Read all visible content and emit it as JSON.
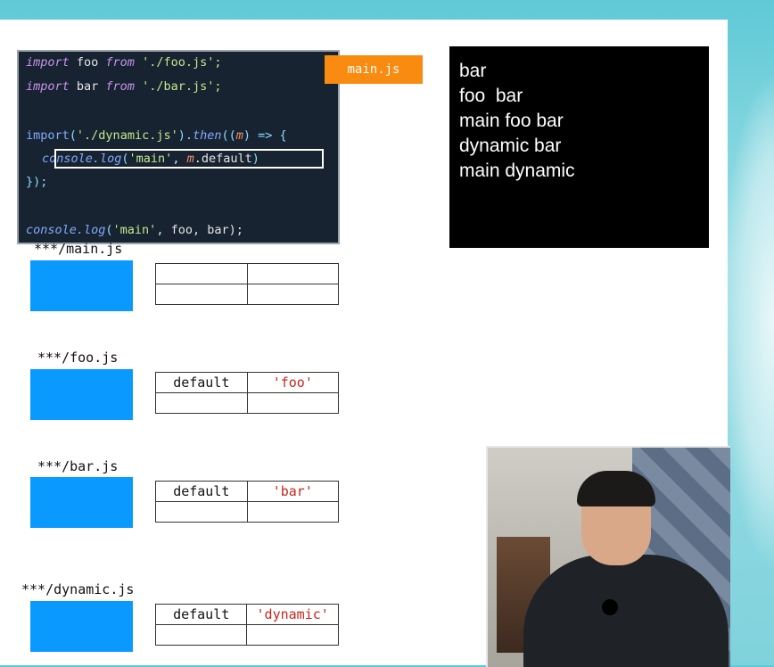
{
  "code_panel": {
    "lines": [
      {
        "kw1": "import",
        "name": " foo ",
        "kw2": "from",
        "src": " './foo.js';"
      },
      {
        "kw1": "import",
        "name": " bar ",
        "kw2": "from",
        "src": " './bar.js';"
      }
    ],
    "dynamic_import": {
      "fn": "import",
      "arg_open": "(",
      "src": "'./dynamic.js'",
      "mid": ").",
      "then": "then",
      "rest_open": "((",
      "param": "m",
      "arrow": ") => {"
    },
    "inner_log": {
      "fn": "console.log",
      "open": "(",
      "str": "'main'",
      "comma": ", ",
      "param": "m",
      "prop": ".default",
      ")": ")"
    },
    "close": "});",
    "final_log": {
      "fn": "console.log",
      "open": "(",
      "str": "'main'",
      "rest": ", foo, bar);"
    }
  },
  "file_badge": "main.js",
  "console_output": [
    "bar",
    "foo  bar",
    "main foo bar",
    "dynamic bar",
    "main dynamic"
  ],
  "modules": [
    {
      "label": "***/main.js",
      "rows": [
        [
          "",
          ""
        ],
        [
          "",
          ""
        ]
      ]
    },
    {
      "label": "***/foo.js",
      "rows": [
        [
          "default",
          "'foo'"
        ],
        [
          "",
          ""
        ]
      ]
    },
    {
      "label": "***/bar.js",
      "rows": [
        [
          "default",
          "'bar'"
        ],
        [
          "",
          ""
        ]
      ]
    },
    {
      "label": "***/dynamic.js",
      "rows": [
        [
          "default",
          "'dynamic'"
        ],
        [
          "",
          ""
        ]
      ]
    }
  ],
  "colors": {
    "accent_orange": "#f98b10",
    "module_blue": "#0a99ff",
    "value_red": "#c8261a"
  }
}
